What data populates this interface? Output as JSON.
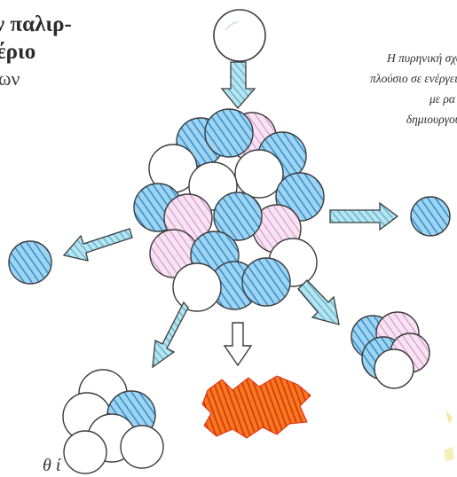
{
  "heading": {
    "line1": "ν παλιρ-",
    "line2": "έριο",
    "line3": "ων"
  },
  "caption": {
    "line1": "Η πυρηνική σχά",
    "line2": "πλούσιο σε ενέργεια",
    "line3": "με ρα",
    "line4": "δημιουργου"
  },
  "footer": {
    "text": "θ  ί"
  },
  "colors": {
    "nucleon_blue": "#5aaee0",
    "nucleon_pink": "#e7a8d8",
    "arrow_teal": "#74c6d9",
    "outline": "#3b3b3b",
    "energy_red": "#e8381a",
    "energy_orange": "#f07a1c"
  },
  "figure": {
    "icons": [
      "neutron-icon",
      "nucleus-icon",
      "fragment-nucleus-icon",
      "energy-burst-icon",
      "arrow-icon"
    ]
  }
}
